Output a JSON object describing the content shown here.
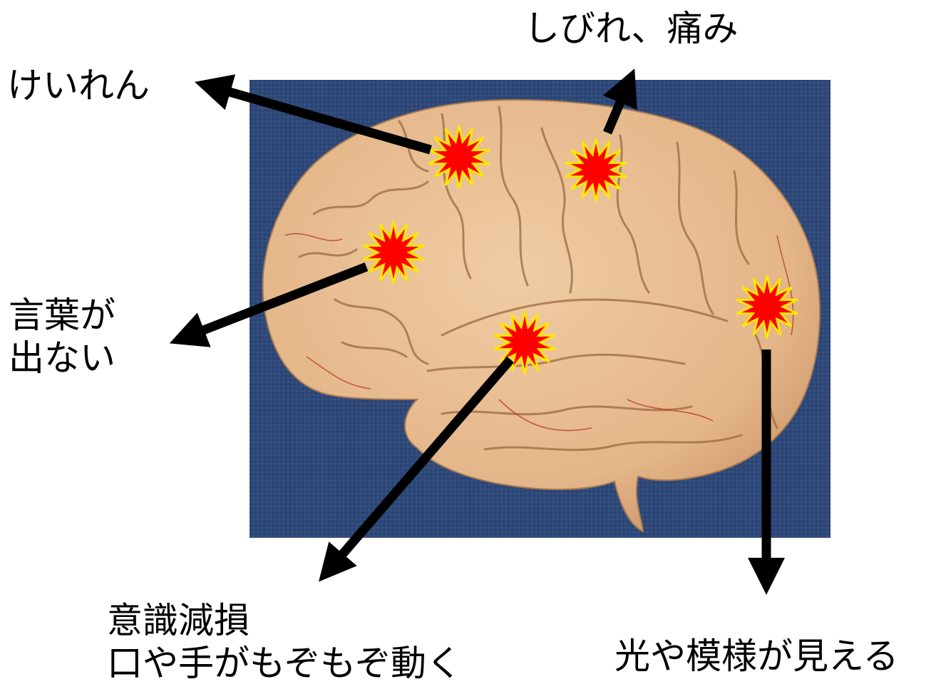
{
  "labels": {
    "seizure": "けいれん",
    "numbness": "しびれ、痛み",
    "speech": [
      "言葉が",
      "出ない"
    ],
    "consciousness": [
      "意識減損",
      "口や手がもぞもぞ動く"
    ],
    "visual": "光や模様が見える"
  },
  "colors": {
    "background": "#ffffff",
    "photo_backdrop": "#2d4675",
    "brain": "#e6bd92",
    "burst_fill": "#ff0000",
    "burst_outline": "#ffe600",
    "arrow": "#000000"
  }
}
